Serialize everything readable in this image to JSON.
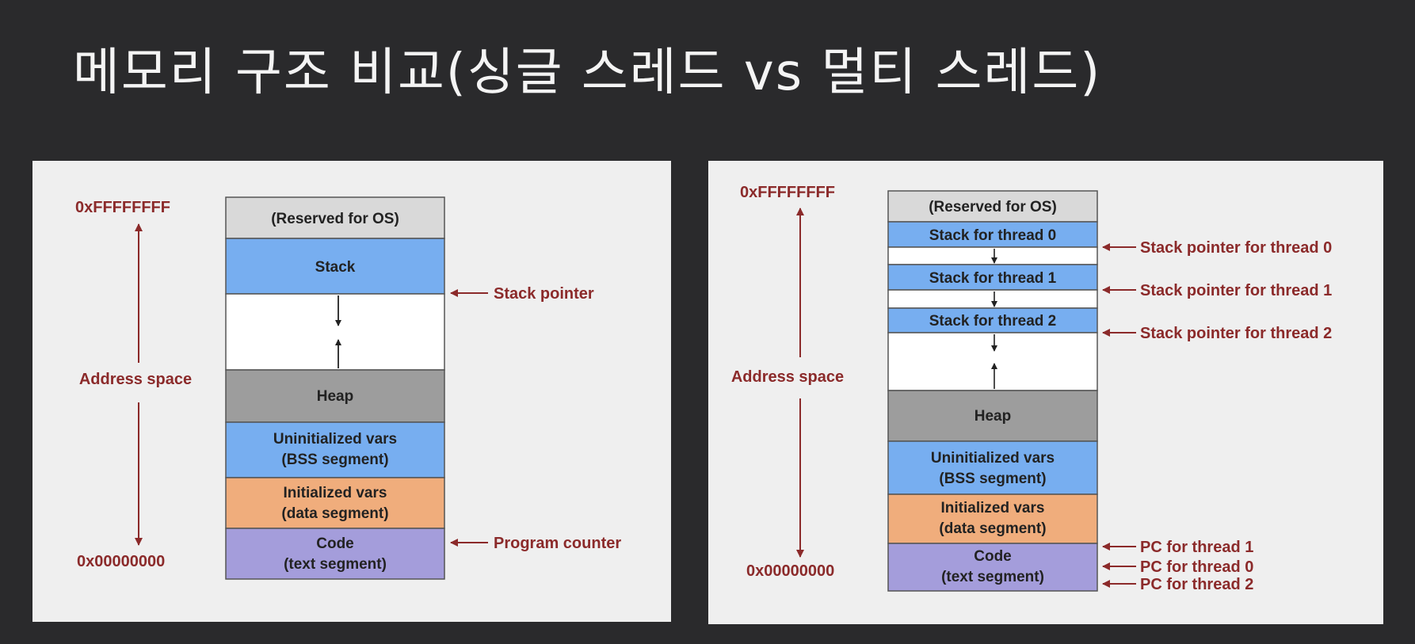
{
  "title": "메모리 구조 비교(싱글 스레드 vs 멀티 스레드)",
  "colors": {
    "reserved": "#d9d9d9",
    "stack": "#77aef0",
    "free": "#ffffff",
    "heap": "#9d9d9d",
    "bss": "#77aef0",
    "data": "#f0ad7c",
    "code": "#a49ddb",
    "accent": "#8b2a2a"
  },
  "single": {
    "addr_top": "0xFFFFFFFF",
    "addr_bottom": "0x00000000",
    "addr_label": "Address space",
    "segments": {
      "reserved": "(Reserved for OS)",
      "stack": "Stack",
      "heap": "Heap",
      "bss_line1": "Uninitialized vars",
      "bss_line2": "(BSS segment)",
      "data_line1": "Initialized vars",
      "data_line2": "(data segment)",
      "code_line1": "Code",
      "code_line2": "(text segment)"
    },
    "pointers": {
      "stack_pointer": "Stack pointer",
      "program_counter": "Program counter"
    }
  },
  "multi": {
    "addr_top": "0xFFFFFFFF",
    "addr_bottom": "0x00000000",
    "addr_label": "Address space",
    "segments": {
      "reserved": "(Reserved for OS)",
      "stack0": "Stack for thread 0",
      "stack1": "Stack for thread 1",
      "stack2": "Stack for thread 2",
      "heap": "Heap",
      "bss_line1": "Uninitialized vars",
      "bss_line2": "(BSS segment)",
      "data_line1": "Initialized vars",
      "data_line2": "(data segment)",
      "code_line1": "Code",
      "code_line2": "(text segment)"
    },
    "pointers": {
      "sp0": "Stack pointer for thread 0",
      "sp1": "Stack pointer for thread 1",
      "sp2": "Stack pointer for thread 2",
      "pc1": "PC for thread 1",
      "pc0": "PC for thread 0",
      "pc2": "PC for thread 2"
    }
  }
}
